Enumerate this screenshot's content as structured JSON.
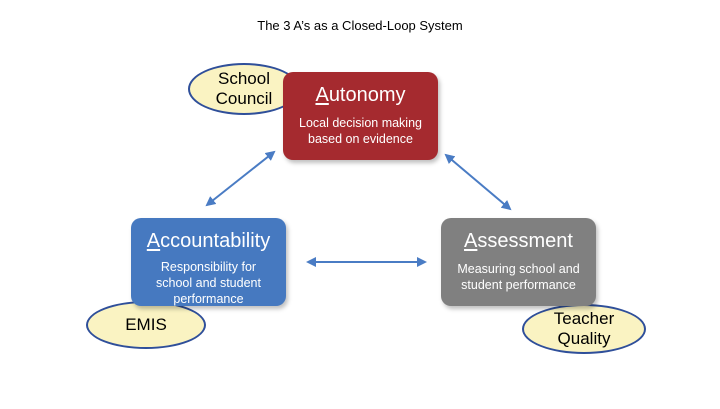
{
  "title": "The 3 A’s as a Closed-Loop System",
  "nodes": {
    "autonomy": {
      "initial": "A",
      "rest": "utonomy",
      "desc1": "Local decision making",
      "desc2": "based on evidence",
      "color": "#a52a2f"
    },
    "accountability": {
      "initial": "A",
      "rest": "ccountability",
      "desc1": "Responsibility for",
      "desc2": "school and student",
      "desc3": "performance",
      "color": "#4679c0"
    },
    "assessment": {
      "initial": "A",
      "rest": "ssessment",
      "desc1": "Measuring school and",
      "desc2": "student performance",
      "color": "#808080"
    }
  },
  "ovals": {
    "school_council_1": "School",
    "school_council_2": "Council",
    "emis": "EMIS",
    "teacher_quality_1": "Teacher",
    "teacher_quality_2": "Quality"
  },
  "connector_color": "#4a7cc4"
}
